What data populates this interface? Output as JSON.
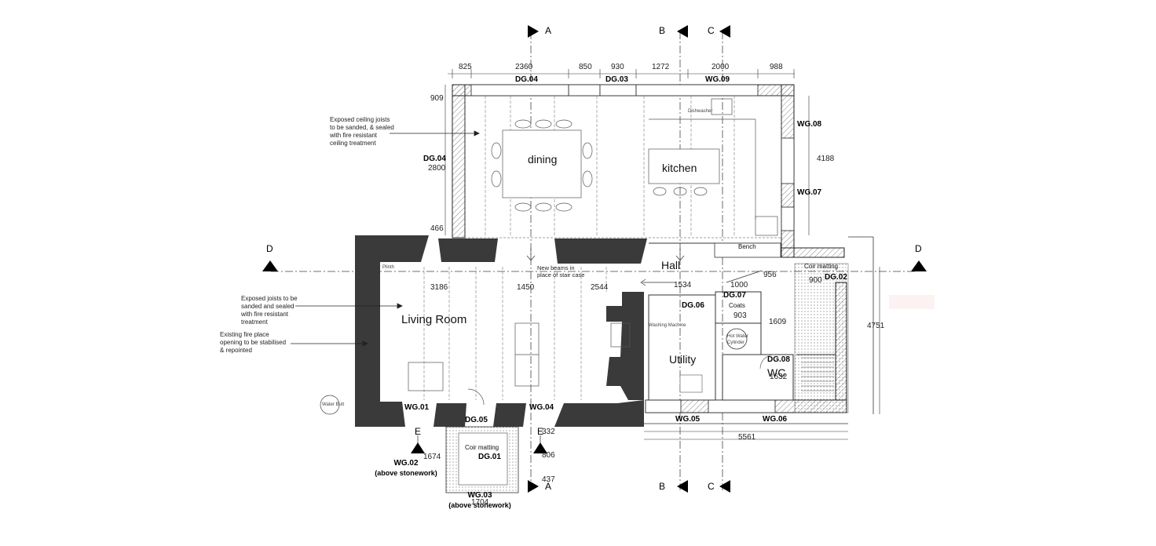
{
  "rooms": {
    "dining": "dining",
    "kitchen": "kitchen",
    "hall": "Hall",
    "living": "Living Room",
    "utility": "Utility",
    "wc": "WC"
  },
  "top_dims": [
    "825",
    "2360",
    "850",
    "930",
    "1272",
    "2000",
    "988"
  ],
  "openings": {
    "dg04_top": "DG.04",
    "dg03": "DG.03",
    "wg09": "WG.09",
    "wg08": "WG.08",
    "wg07": "WG.07",
    "dg04_left": "DG.04",
    "dg02": "DG.02",
    "dg06": "DG.06",
    "dg07": "DG.07",
    "dg08": "DG.08",
    "wg01": "WG.01",
    "dg05": "DG.05",
    "wg04": "WG.04",
    "wg05": "WG.05",
    "wg06": "WG.06",
    "dg01": "DG.01",
    "wg02": "WG.02",
    "wg02_note": "(above stonework)",
    "wg03": "WG.03",
    "wg03_note": "(above stonework)"
  },
  "dims": {
    "d909": "909",
    "d2800": "2800",
    "d466": "466",
    "d4188": "4188",
    "d3186": "3186",
    "d1450": "1450",
    "d2544": "2544",
    "d1534": "1534",
    "d1000": "1000",
    "d956": "956",
    "d900": "900",
    "d903": "903",
    "d1609": "1609",
    "d1632": "1632",
    "d4751": "4751",
    "d5561": "5561",
    "d332": "332",
    "d806": "806",
    "d437": "437",
    "d1674": "1674",
    "d1704": "1704"
  },
  "labels": {
    "bench": "Bench",
    "coir_right": "Coir matting",
    "coir_bottom": "Coir matting",
    "coats": "Coats",
    "new_beams": "New beams in place of stair case",
    "water_butt": "Water Butt",
    "dishwasher": "Dishwasher",
    "washing_machine": "Washing Machine",
    "hot_water": "Hot Water Cylinder",
    "plinth": "Plinth"
  },
  "notes": {
    "ceiling_joists": "Exposed ceiling joists to be sanded, & sealed with fire resistant ceiling treatment",
    "exposed_joists": "Exposed joists to be sanded and sealed with fire resistant treatment",
    "fireplace": "Existing fire place opening to be stabilised & repointed"
  },
  "sections": {
    "a_top": "A",
    "a_bottom": "A",
    "b_top": "B",
    "b_bottom": "B",
    "c_top": "C",
    "c_bottom": "C",
    "d_left": "D",
    "d_right": "D",
    "e_left": "E",
    "e_right": "E"
  },
  "colors": {
    "stone": "#3a3a3a",
    "line": "#222222",
    "hatch": "#888888"
  }
}
